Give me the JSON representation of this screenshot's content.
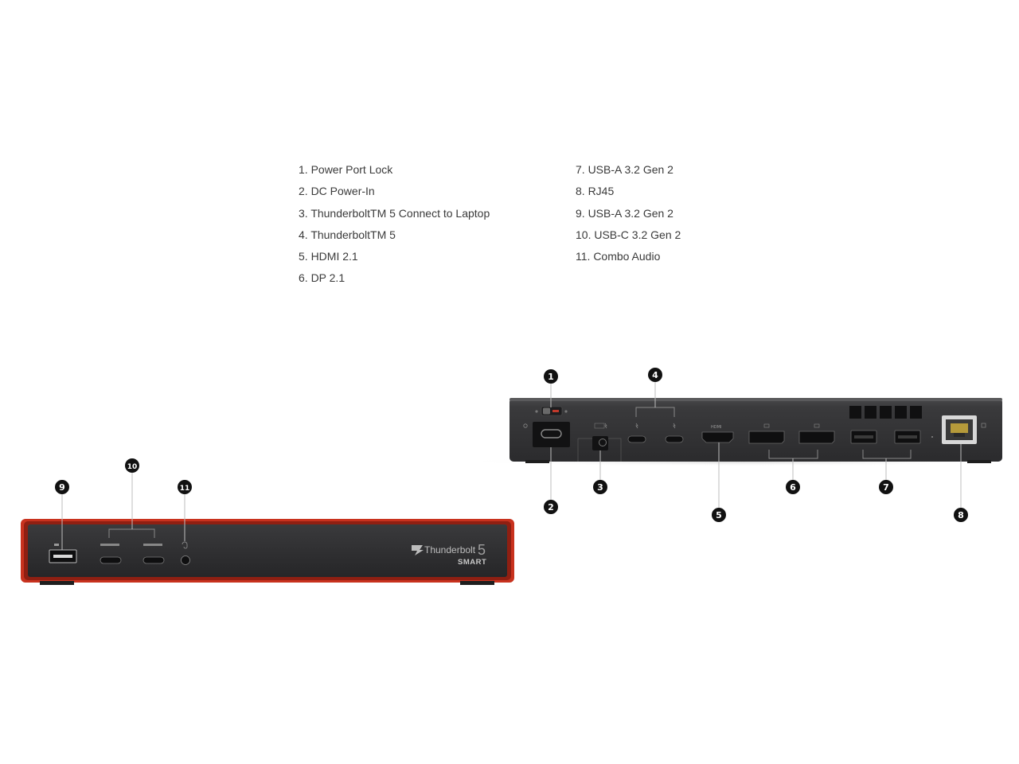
{
  "legend": {
    "left": [
      "1. Power Port Lock",
      "2. DC Power-In",
      "3. ThunderboltTM 5 Connect to Laptop",
      "4. ThunderboltTM 5",
      "5. HDMI 2.1",
      "6. DP 2.1"
    ],
    "right": [
      "7. USB-A 3.2 Gen 2",
      "8. RJ45",
      "9. USB-A 3.2 Gen 2",
      "10. USB-C 3.2 Gen 2",
      "11. Combo Audio"
    ]
  },
  "callouts": [
    "1",
    "2",
    "3",
    "4",
    "5",
    "6",
    "7",
    "8",
    "9",
    "10",
    "11"
  ],
  "brand": {
    "name": "Thunderbolt",
    "version": "5",
    "model": "SMART"
  },
  "port_labels": {
    "hdmi": "HDMI"
  },
  "colors": {
    "dock_body": "#2e2e30",
    "accent_red": "#c8321e",
    "callout": "#111111",
    "leader": "#bdbdbd"
  }
}
